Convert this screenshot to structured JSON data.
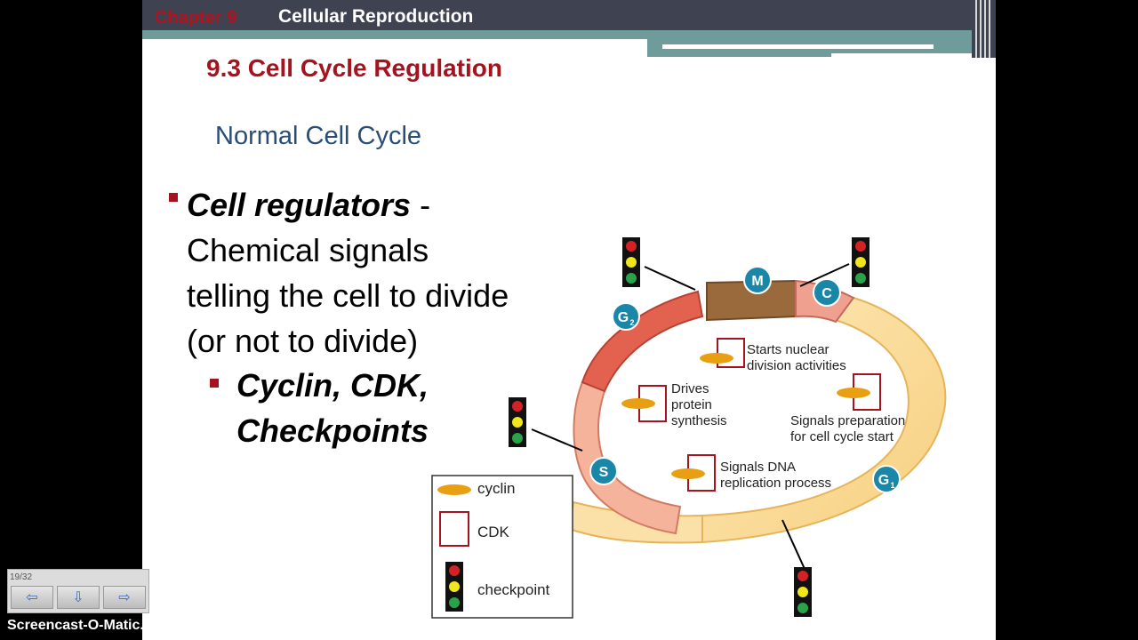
{
  "header": {
    "chapter": "Chapter 9",
    "title": "Cellular Reproduction"
  },
  "section_title": "9.3 Cell Cycle Regulation",
  "subtitle": "Normal Cell Cycle",
  "bullet": {
    "term": "Cell regulators",
    "dash": " -",
    "lines": [
      "Chemical signals",
      "telling the cell to divide",
      "(or not to divide)"
    ]
  },
  "sub_bullet": {
    "lines": [
      "Cyclin, CDK,",
      "Checkpoints"
    ]
  },
  "diagram": {
    "phases": {
      "m": "M",
      "c": "C",
      "g2": "G",
      "g2_sub": "2",
      "s": "S",
      "g1": "G",
      "g1_sub": "1"
    },
    "labels": {
      "starts": [
        "Starts nuclear",
        "division activities"
      ],
      "drives": [
        "Drives",
        "protein",
        "synthesis"
      ],
      "signals_prep": [
        "Signals preparation",
        "for cell cycle start"
      ],
      "signals_dna": [
        "Signals DNA",
        "replication process"
      ]
    },
    "legend": {
      "cyclin": "cyclin",
      "cdk": "CDK",
      "checkpoint": "checkpoint"
    },
    "colors": {
      "cyclin": "#e8a012",
      "cdk": "#a5131f",
      "red": "#d42126",
      "yellow": "#f1e51b",
      "green": "#2aa24a",
      "phase_circle": "#1b87a8"
    }
  },
  "player": {
    "page": "19/32",
    "prev_icon": "arrow-left-icon",
    "menu_icon": "menu-icon",
    "next_icon": "arrow-right-icon"
  },
  "watermark": "Screencast-O-Matic.com"
}
